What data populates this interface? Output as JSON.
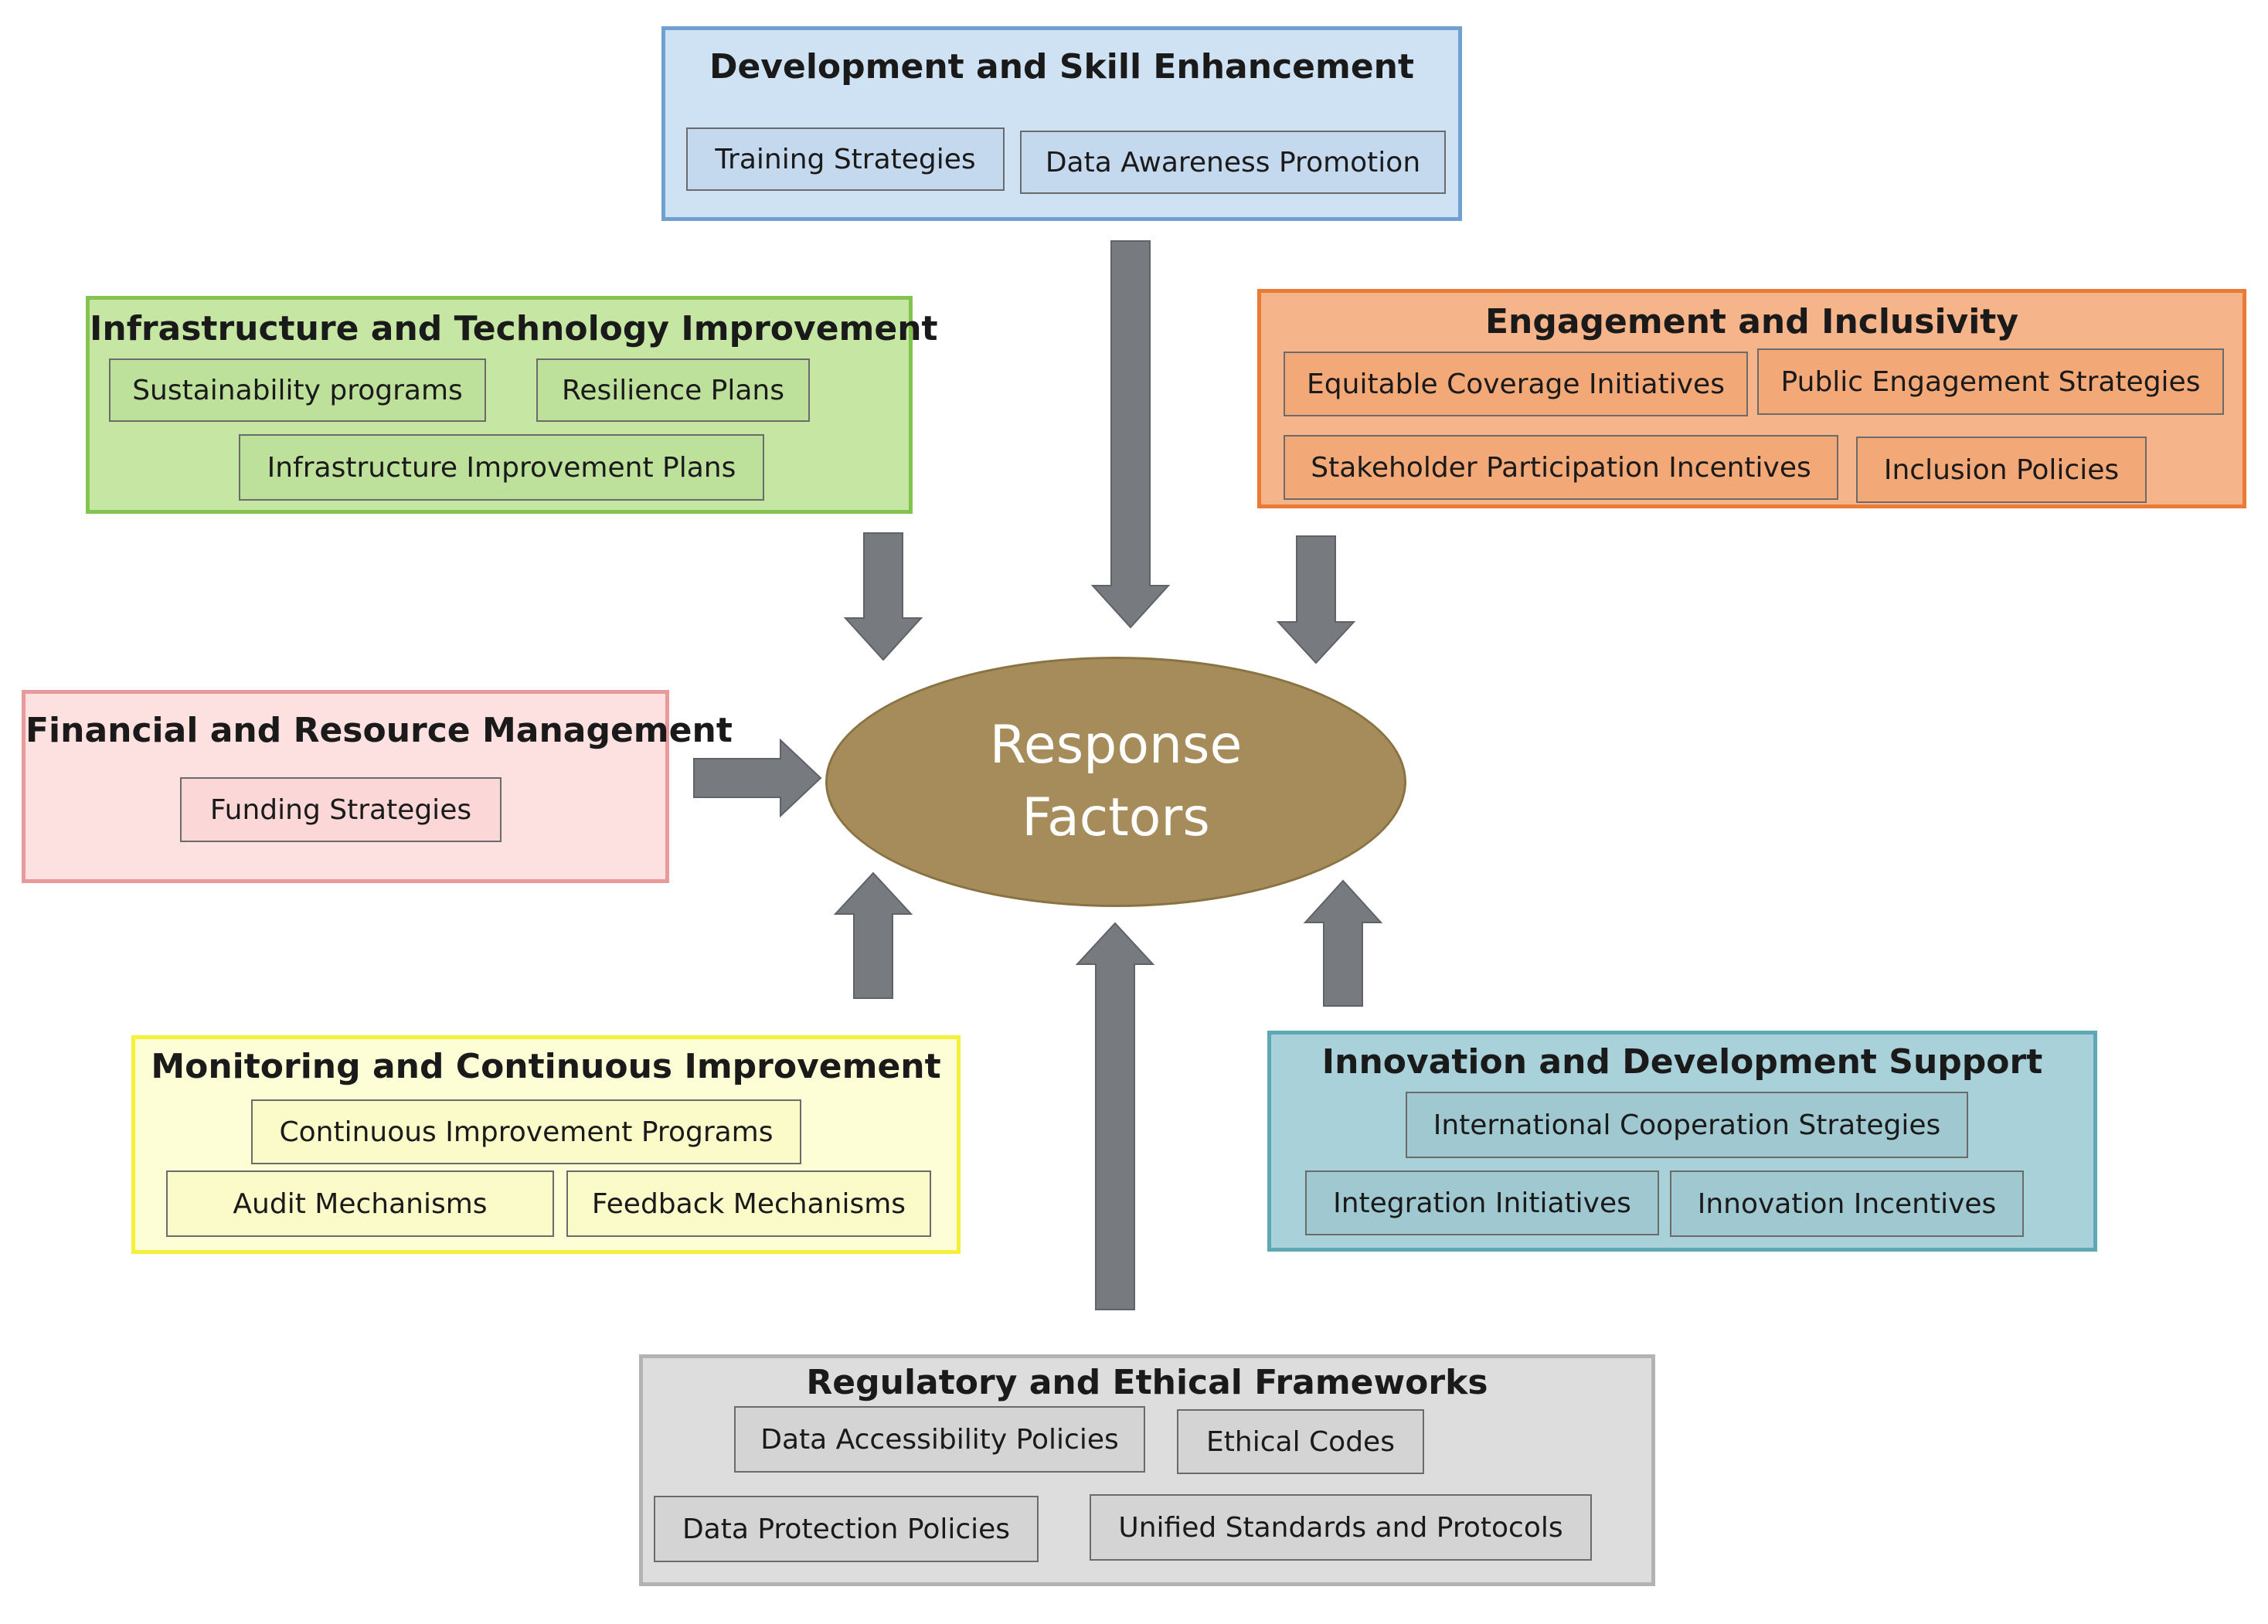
{
  "center": {
    "line1": "Response",
    "line2": "Factors"
  },
  "colors": {
    "arrow": "#777b80",
    "center_fill": "#a68c5a",
    "dev": "#cfe2f3",
    "infra": "#c6e6a4",
    "eng": "#f5b48a",
    "fin": "#fde0e0",
    "mon": "#fefed6",
    "inn": "#a9d1d9",
    "reg": "#dddddd"
  },
  "groups": {
    "dev": {
      "title": "Development and Skill Enhancement",
      "items": [
        "Training Strategies",
        "Data Awareness Promotion"
      ]
    },
    "infra": {
      "title": "Infrastructure and Technology Improvement",
      "items": [
        "Sustainability programs",
        "Resilience Plans",
        "Infrastructure Improvement Plans"
      ]
    },
    "eng": {
      "title": "Engagement and Inclusivity",
      "items": [
        "Equitable Coverage Initiatives",
        "Public Engagement Strategies",
        "Stakeholder Participation Incentives",
        "Inclusion Policies"
      ]
    },
    "fin": {
      "title": "Financial and Resource Management",
      "items": [
        "Funding Strategies"
      ]
    },
    "mon": {
      "title": "Monitoring and Continuous Improvement",
      "items": [
        "Continuous Improvement Programs",
        "Audit Mechanisms",
        "Feedback Mechanisms"
      ]
    },
    "inn": {
      "title": "Innovation and Development Support",
      "items": [
        "International Cooperation Strategies",
        "Integration Initiatives",
        "Innovation Incentives"
      ]
    },
    "reg": {
      "title": "Regulatory and Ethical Frameworks",
      "items": [
        "Data Accessibility Policies",
        "Ethical Codes",
        "Data Protection Policies",
        "Unified Standards and Protocols"
      ]
    }
  }
}
